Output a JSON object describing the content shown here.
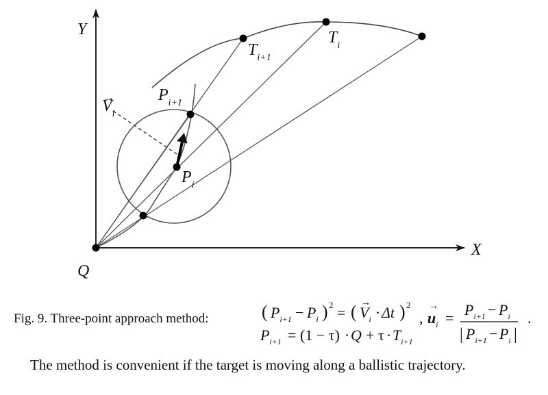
{
  "axes": {
    "y_label": "Y",
    "x_label": "X",
    "origin_label": "Q"
  },
  "points": {
    "t_next": {
      "base": "T",
      "sub": "i+1"
    },
    "t_cur": {
      "base": "T",
      "sub": "i"
    },
    "p_next": {
      "base": "P",
      "sub": "i+1"
    },
    "p_cur": {
      "base": "P",
      "sub": "i"
    },
    "velocity": {
      "base": "V",
      "sub": "i",
      "arrow": "→"
    }
  },
  "caption": {
    "prefix": "Fig. 9. Three-point approach method:",
    "eq1": {
      "lhs_open": "(",
      "p_next": "P",
      "p_next_sub": "i+1",
      "minus": "−",
      "p_cur": "P",
      "p_cur_sub": "i",
      "lhs_close": ")",
      "exp": "2",
      "equals": "=",
      "rhs_open": "(",
      "v": "V",
      "v_sub": "i",
      "dot": "·",
      "dt": "Δt",
      "rhs_close": ")",
      "rhs_exp": "2"
    },
    "eq2": {
      "lhs": "P",
      "lhs_sub": "i+1",
      "equals": "=",
      "one_minus_tau": "(1 − τ)",
      "dot": "·",
      "q": "Q",
      "plus": "+",
      "tau": "τ",
      "dot2": "·",
      "t": "T",
      "t_sub": "i+1"
    },
    "comma": ",",
    "unit": {
      "u": "u",
      "u_sub": "i",
      "arrow": "→",
      "equals": "=",
      "num_p": "P",
      "num_p_sub": "i+1",
      "num_minus": "−",
      "num_p2": "P",
      "num_p2_sub": "i",
      "den_p": "P",
      "den_p_sub": "i+1",
      "den_minus": "−",
      "den_p2": "P",
      "den_p2_sub": "i",
      "bar": "|"
    },
    "period": "."
  },
  "footer": "The method is convenient if the target is moving along a ballistic trajectory."
}
